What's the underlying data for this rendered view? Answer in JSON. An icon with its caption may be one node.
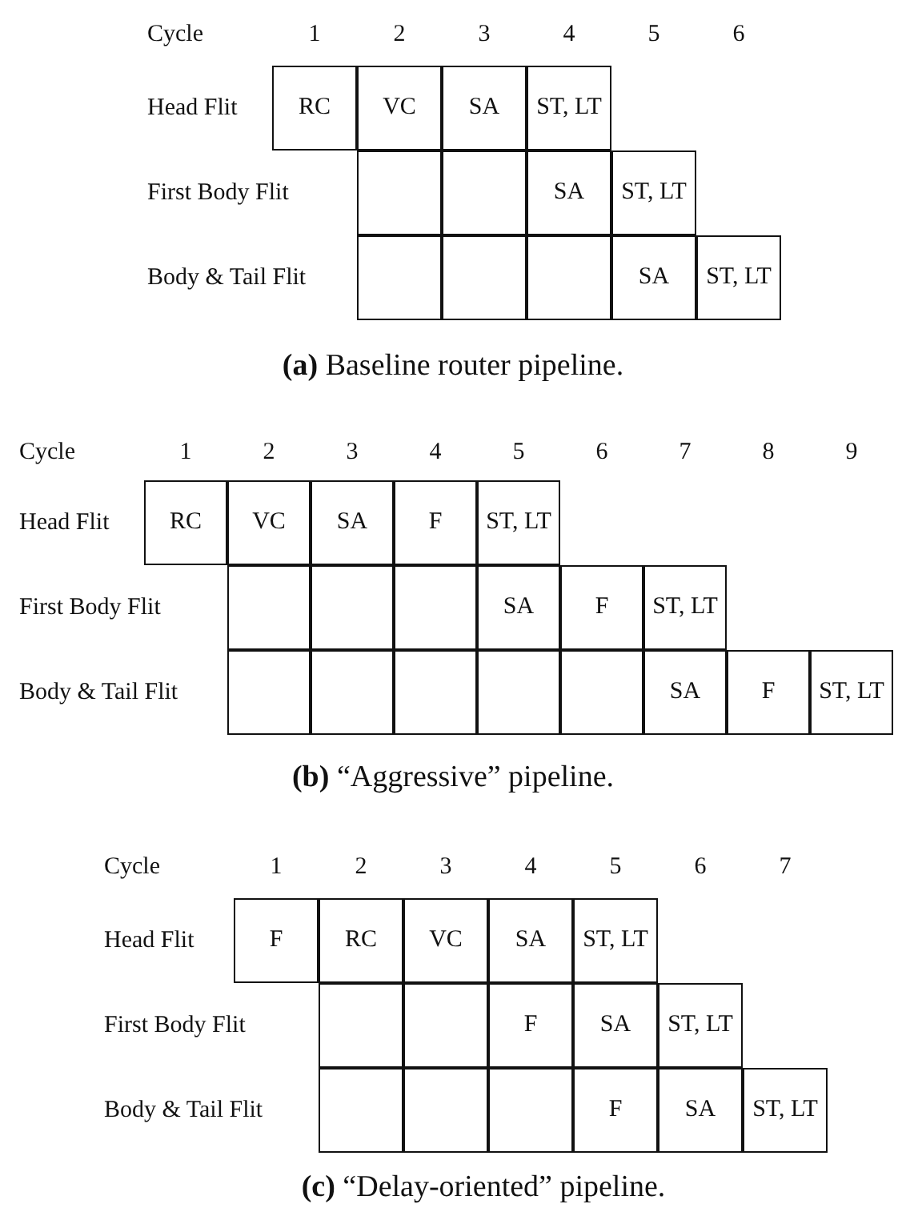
{
  "diagram": {
    "nodes": [
      {
        "text": [
          "RC"
        ]
      },
      {
        "text": [
          "VC"
        ]
      },
      {
        "text": [
          "SA"
        ]
      },
      {
        "text": [
          "ST, LT"
        ]
      },
      {
        "text": [],
        "shape": "box"
      },
      {
        "text": [],
        "shape": "box"
      },
      {
        "text": [
          "SA"
        ]
      },
      {
        "text": [
          "ST, LT"
        ]
      },
      {
        "text": [],
        "shape": "box"
      },
      {
        "text": [],
        "shape": "box"
      },
      {
        "text": [],
        "shape": "box"
      },
      {
        "text": [
          "SA"
        ]
      },
      {
        "text": [
          "ST, LT"
        ]
      },
      {
        "text": [
          "RC"
        ]
      },
      {
        "text": [
          "VC"
        ]
      },
      {
        "text": [
          "SA"
        ]
      },
      {
        "text": [
          "F"
        ]
      },
      {
        "text": [
          "ST, LT"
        ]
      },
      {
        "text": [],
        "shape": "box"
      },
      {
        "text": [],
        "shape": "box"
      },
      {
        "text": [],
        "shape": "box"
      },
      {
        "text": [
          "SA"
        ]
      },
      {
        "text": [
          "F"
        ]
      },
      {
        "text": [
          "ST, LT"
        ]
      },
      {
        "text": [],
        "shape": "box"
      },
      {
        "text": [],
        "shape": "box"
      },
      {
        "text": [],
        "shape": "box"
      },
      {
        "text": [],
        "shape": "box"
      },
      {
        "text": [],
        "shape": "box"
      },
      {
        "text": [
          "SA"
        ]
      },
      {
        "text": [
          "F"
        ]
      },
      {
        "text": [
          "ST, LT"
        ]
      },
      {
        "text": [
          "F"
        ]
      },
      {
        "text": [
          "RC"
        ]
      },
      {
        "text": [
          "VC"
        ]
      },
      {
        "text": [
          "SA"
        ]
      },
      {
        "text": [
          "ST, LT"
        ]
      },
      {
        "text": [],
        "shape": "box"
      },
      {
        "text": [],
        "shape": "box"
      },
      {
        "text": [
          "F"
        ]
      },
      {
        "text": [
          "SA"
        ]
      },
      {
        "text": [
          "ST, LT"
        ]
      },
      {
        "text": [],
        "shape": "box"
      },
      {
        "text": [],
        "shape": "box"
      },
      {
        "text": [],
        "shape": "box"
      },
      {
        "text": [
          "F"
        ]
      },
      {
        "text": [
          "SA"
        ]
      },
      {
        "text": [
          "ST, LT"
        ]
      }
    ],
    "labels": [
      "Cycle",
      "1",
      "2",
      "3",
      "4",
      "5",
      "6",
      "Head Flit",
      "First Body Flit",
      "Body & Tail Flit",
      "**(a)** Baseline router pipeline.",
      "Cycle",
      "1",
      "2",
      "3",
      "4",
      "5",
      "6",
      "7",
      "8",
      "9",
      "Head Flit",
      "First Body Flit",
      "Body & Tail Flit",
      "**(b)** “Aggressive” pipeline.",
      "Cycle",
      "1",
      "2",
      "3",
      "4",
      "5",
      "6",
      "7",
      "Head Flit",
      "First Body Flit",
      "Body & Tail Flit",
      "**(c)** “Delay-oriented” pipeline."
    ]
  }
}
